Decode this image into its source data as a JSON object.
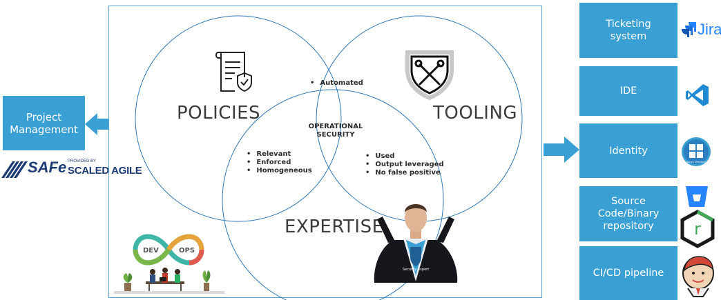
{
  "left": {
    "project_management_label": "Project Management",
    "safe_logo": {
      "text": "SAFe",
      "provided_by": "PROVIDED BY",
      "brand": "SCALED AGILE"
    }
  },
  "venn": {
    "circles": [
      {
        "label": "POLICIES"
      },
      {
        "label": "TOOLING"
      },
      {
        "label": "EXPERTISE"
      }
    ],
    "center_label_line1": "OPERATIONAL",
    "center_label_line2": "SECURITY",
    "policies_tooling_items": [
      "Automated"
    ],
    "policies_expertise_items": [
      "Relevant",
      "Enforced",
      "Homogeneous"
    ],
    "tooling_expertise_items": [
      "Used",
      "Output leveraged",
      "No false positive"
    ],
    "devops_logo": {
      "dev": "DEV",
      "ops": "OPS"
    },
    "superhero_badge": "Security expert"
  },
  "right": {
    "items": [
      {
        "label": "Ticketing system",
        "icon": "jira-icon",
        "icon_text": "Jira"
      },
      {
        "label": "IDE",
        "icon": "vscode-icon"
      },
      {
        "label": "Identity",
        "icon": "active-directory-icon",
        "icon_text": "Active Directory"
      },
      {
        "label": "Source Code/Binary repository",
        "icon": "bitbucket-icon"
      },
      {
        "label": "CI/CD pipeline",
        "icon": "jenkins-icon"
      }
    ],
    "repo_icon_letter": "r"
  },
  "colors": {
    "box_blue": "#3a9fd3",
    "circle_stroke": "#2f78b5",
    "arrow_blue": "#3a9fd3",
    "jira_blue": "#2684ff",
    "vscode_blue": "#1f8ad2",
    "bitbucket_blue": "#2684ff",
    "jenkins_red": "#d24939"
  }
}
